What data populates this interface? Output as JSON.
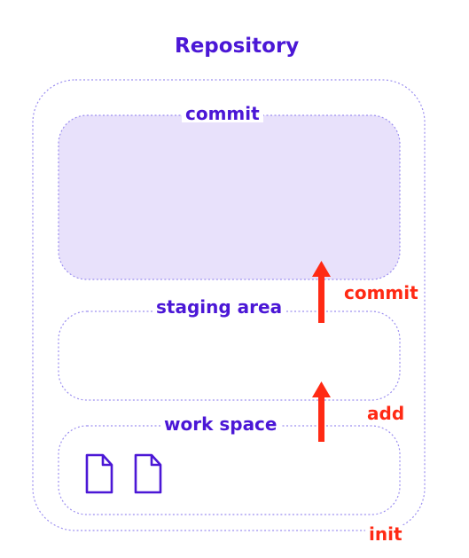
{
  "diagram": {
    "title": "Repository",
    "boxes": {
      "commit": "commit",
      "staging": "staging area",
      "workspace": "work space"
    },
    "actions": {
      "commit": "commit",
      "add": "add",
      "init": "init"
    }
  },
  "colors": {
    "label_purple": "#4b17d6",
    "action_red": "#ff2a14",
    "dotted_outline": "#9c8ff0",
    "commit_fill": "#e8e1fb",
    "file_icon_stroke": "#4b17d6"
  },
  "icons": [
    "file-icon",
    "file-icon",
    "arrow-up-icon",
    "arrow-up-icon"
  ]
}
